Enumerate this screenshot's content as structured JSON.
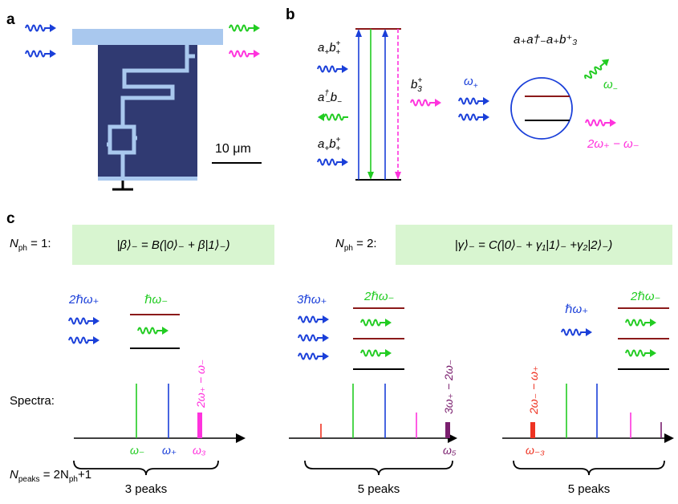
{
  "colors": {
    "blue": "#1a3fd9",
    "green": "#22cc22",
    "magenta": "#ff33dd",
    "darkred": "#8b1a1a",
    "purple": "#7a1f6e",
    "red": "#ee3322",
    "chip": "#303a72",
    "waveguide": "#a9c8ee",
    "box": "#d8f5d0"
  },
  "panel_a": {
    "letter": "a",
    "scale_label": "10 μm"
  },
  "panel_b": {
    "letter": "b",
    "top_op_main": "a",
    "top_op_sub": "+",
    "top_op_main2": "b",
    "top_op_sup2": "+",
    "top_op_sub2": "+",
    "mid_op": "a",
    "mid_op_sup": "†",
    "mid_op_sub": "−",
    "mid_op2": "b",
    "mid_op2_sub": "−",
    "bot_op": "a",
    "bot_op_sub": "+",
    "bot_op2": "b",
    "bot_op2_sup": "+",
    "bot_op2_sub": "+",
    "b3_main": "b",
    "b3_sup": "+",
    "b3_sub": "3",
    "formula_right": "a₊a†₋a₊b⁺₃",
    "omega_plus": "ω",
    "omega_plus_sub": "+",
    "omega_minus": "ω",
    "omega_minus_sub": "−",
    "two_omega": "2ω₊ − ω₋"
  },
  "panel_c": {
    "letter": "c",
    "nph1_label": "N",
    "nph1_sub": "ph",
    "nph1_val": " = 1:",
    "state1": "|β⟩₋ = B(|0⟩₋ + β|1⟩₋)",
    "nph2_val": " = 2:",
    "state2": "|γ⟩₋ = C(|0⟩₋ + γ₁|1⟩₋ +γ₂|2⟩₋)",
    "g1_top": "2ℏω₊",
    "g1_green": "ℏω₋",
    "g2_top": "3ℏω₊",
    "g2_green": "2ℏω₋",
    "g3_top": "ℏω₊",
    "g3_green": "2ℏω₋",
    "spectra_label": "Spectra:",
    "npeaks_label": "N",
    "npeaks_sub": "peaks",
    "npeaks_rhs": " = 2N",
    "npeaks_rhs_sub": "ph",
    "npeaks_rhs_tail": "+1",
    "s1_peak_label": "2ω₊ − ω₋",
    "s1_tick1": "ω₋",
    "s1_tick2": "ω₊",
    "s1_tick3": "ω₃",
    "s1_count": "3 peaks",
    "s2_peak_label": "3ω₊ − 2ω₋",
    "s2_tick": "ω₅",
    "s2_count": "5 peaks",
    "s3_peak_label": "2ω₋ − ω₊",
    "s3_tick": "ω₋₃",
    "s3_count": "5 peaks"
  }
}
